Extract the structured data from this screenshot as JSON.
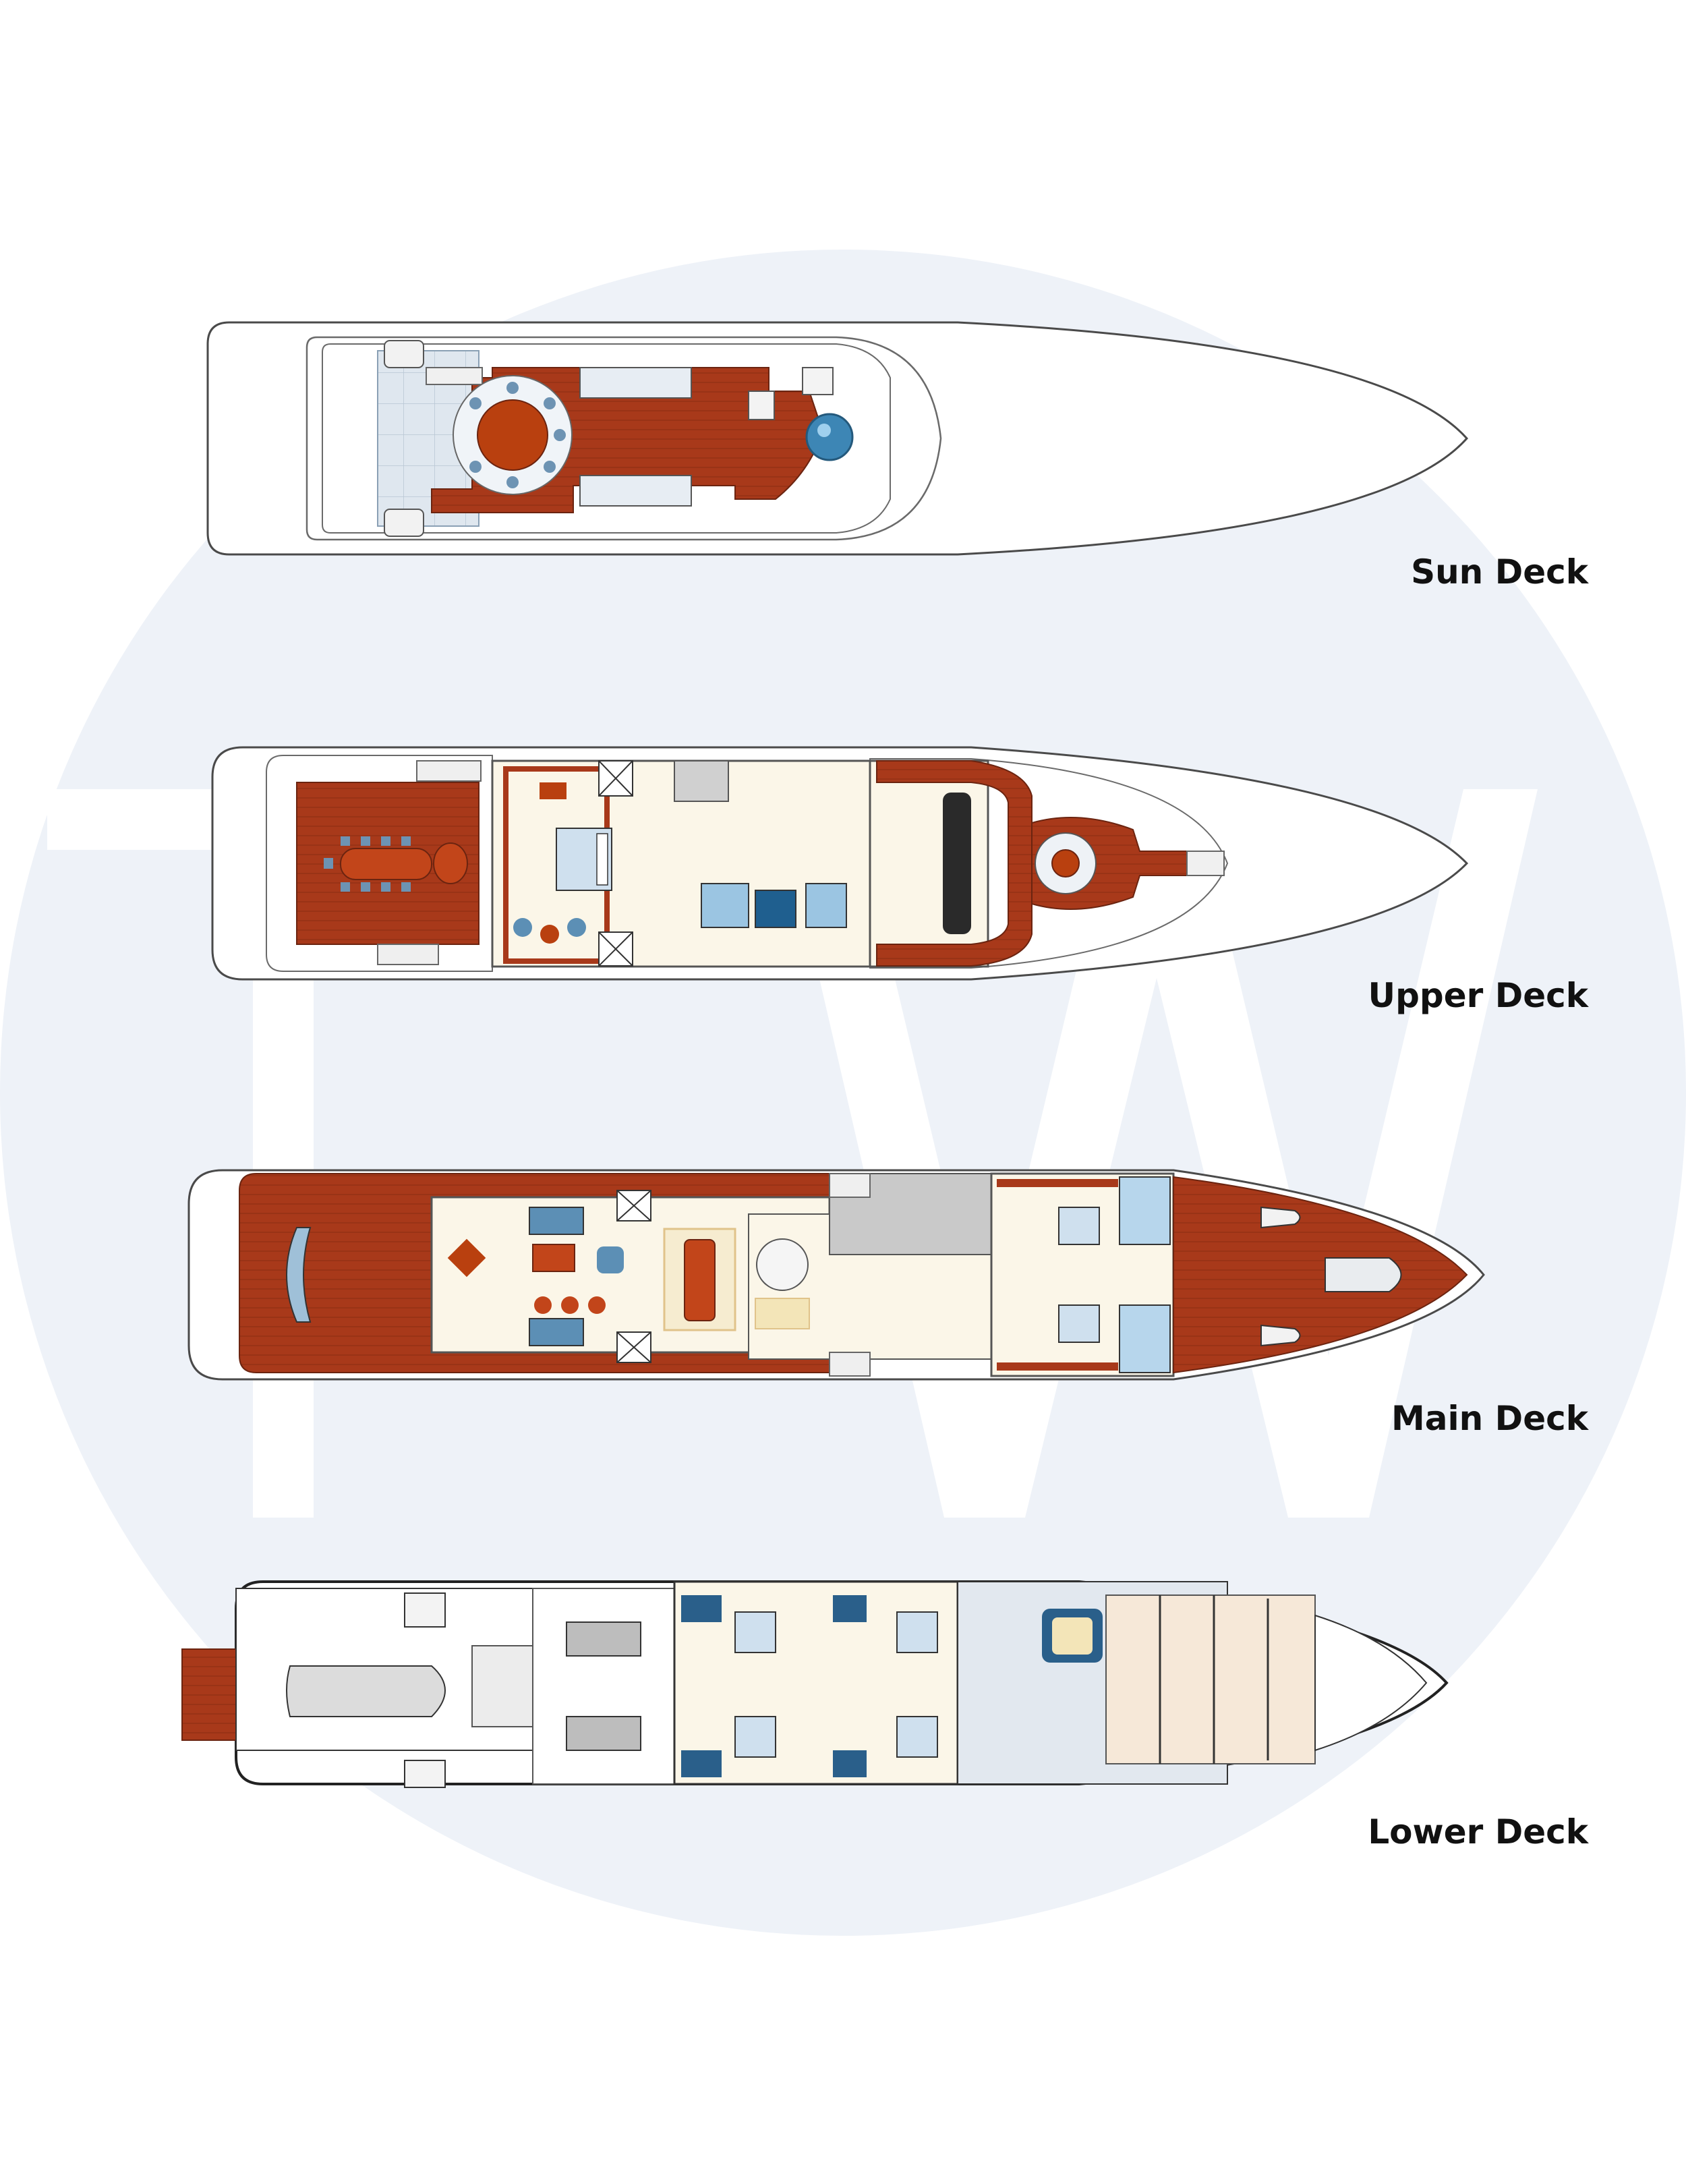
{
  "decks": [
    {
      "id": "sun",
      "label": "Sun Deck"
    },
    {
      "id": "upper",
      "label": "Upper Deck"
    },
    {
      "id": "main",
      "label": "Main Deck"
    },
    {
      "id": "lower",
      "label": "Lower Deck"
    }
  ],
  "watermark": {
    "text": "TW"
  },
  "colors": {
    "background": "#ffffff",
    "watermark_disc": "#eef2f8",
    "watermark_letters": "#ffffff",
    "teak": "#a8391a",
    "teak_dark": "#7c2a12",
    "interior": "#fbf6e8",
    "glass": "#d9e6f0",
    "blue_furniture": "#5c8fb5",
    "hull_line": "#4a4a4a",
    "grey_service": "#c9c9c9"
  }
}
